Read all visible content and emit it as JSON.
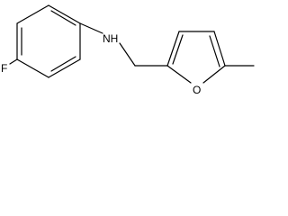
{
  "molecule": {
    "atoms": {
      "fluorine": "F",
      "amine": "NH",
      "furan_oxygen": "O"
    }
  }
}
